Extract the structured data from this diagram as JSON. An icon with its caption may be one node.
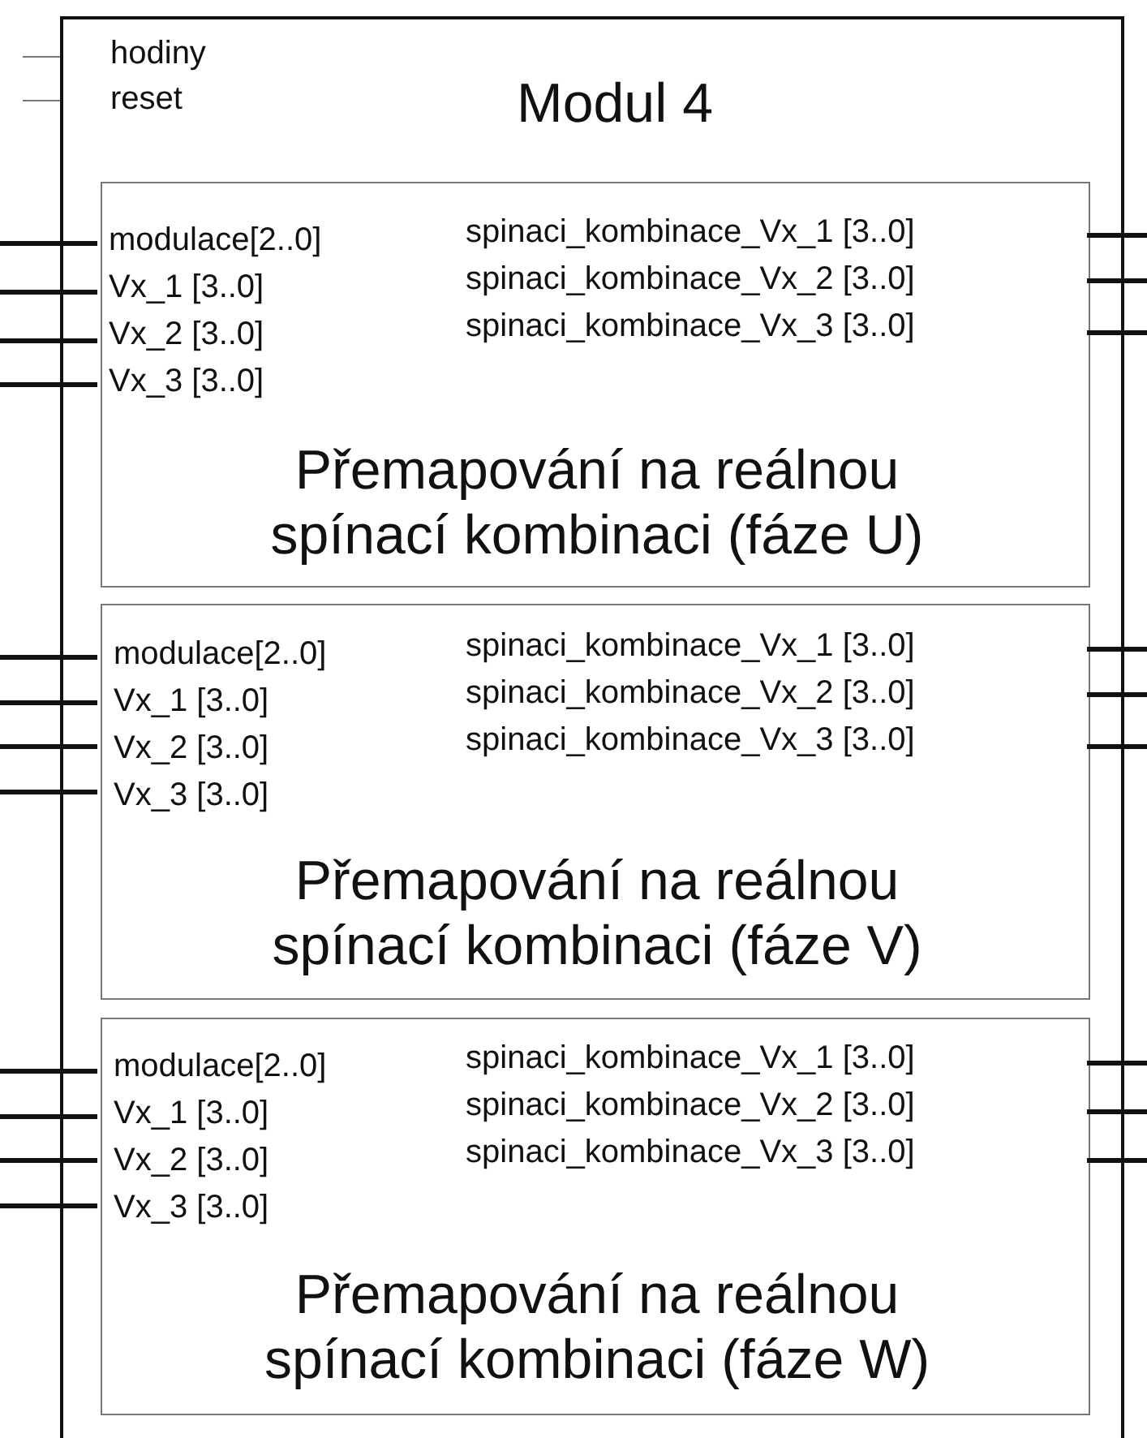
{
  "diagram": {
    "nodes": [
      {
        "text": [
          "Modul 4"
        ]
      },
      {
        "text": [
          "Přemapování na reálnou spínací kombinaci (fáze U)"
        ],
        "in": 0
      },
      {
        "text": [
          "Přemapování na reálnou spínací kombinaci (fáze V)"
        ],
        "in": 0
      },
      {
        "text": [
          "Přemapování na reálnou spínací kombinaci (fáze W)"
        ],
        "in": 0
      }
    ],
    "edges": [
      {
        "from": null,
        "to": 0,
        "arrow": "none",
        "color": "#777777"
      },
      {
        "from": null,
        "to": 0,
        "arrow": "none",
        "color": "#777777"
      },
      {
        "from": null,
        "to": 1,
        "arrow": "none"
      },
      {
        "from": null,
        "to": 1,
        "arrow": "none"
      },
      {
        "from": null,
        "to": 1,
        "arrow": "none"
      },
      {
        "from": null,
        "to": 1,
        "arrow": "none"
      },
      {
        "from": 1,
        "to": null,
        "arrow": "none"
      },
      {
        "from": 1,
        "to": null,
        "arrow": "none"
      },
      {
        "from": 1,
        "to": null,
        "arrow": "none"
      },
      {
        "from": null,
        "to": 2,
        "arrow": "none"
      },
      {
        "from": null,
        "to": 2,
        "arrow": "none"
      },
      {
        "from": null,
        "to": 2,
        "arrow": "none"
      },
      {
        "from": null,
        "to": 2,
        "arrow": "none"
      },
      {
        "from": 2,
        "to": null,
        "arrow": "none"
      },
      {
        "from": 2,
        "to": null,
        "arrow": "none"
      },
      {
        "from": 2,
        "to": null,
        "arrow": "none"
      },
      {
        "from": null,
        "to": 3,
        "arrow": "none"
      },
      {
        "from": null,
        "to": 3,
        "arrow": "none"
      },
      {
        "from": null,
        "to": 3,
        "arrow": "none"
      },
      {
        "from": null,
        "to": 3,
        "arrow": "none"
      },
      {
        "from": 3,
        "to": null,
        "arrow": "none"
      },
      {
        "from": 3,
        "to": null,
        "arrow": "none"
      },
      {
        "from": 3,
        "to": null,
        "arrow": "none"
      }
    ],
    "labels": [
      "hodiny",
      "reset",
      "modulace[2..0]",
      "spinaci_kombinace_Vx_1 [3..0]",
      "Vx_1 [3..0]",
      "spinaci_kombinace_Vx_2 [3..0]",
      "Vx_2 [3..0]",
      "spinaci_kombinace_Vx_3 [3..0]",
      "Vx_3 [3..0]",
      "modulace[2..0]",
      "spinaci_kombinace_Vx_1 [3..0]",
      "Vx_1 [3..0]",
      "spinaci_kombinace_Vx_2 [3..0]",
      "Vx_2 [3..0]",
      "spinaci_kombinace_Vx_3 [3..0]",
      "Vx_3 [3..0]",
      "modulace[2..0]",
      "spinaci_kombinace_Vx_1 [3..0]",
      "Vx_1 [3..0]",
      "spinaci_kombinace_Vx_2 [3..0]",
      "Vx_2 [3..0]",
      "spinaci_kombinace_Vx_3 [3..0]",
      "Vx_3 [3..0]"
    ]
  }
}
